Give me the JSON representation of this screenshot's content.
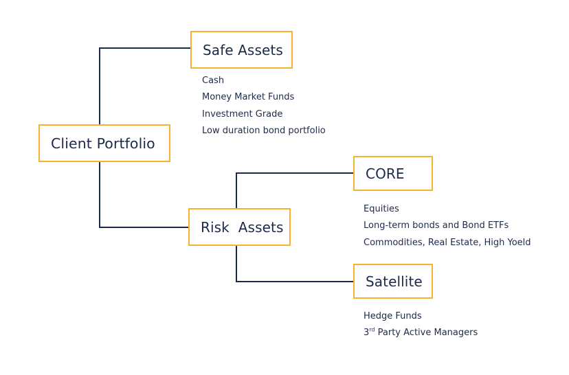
{
  "colors": {
    "box_border": "#f3b32c",
    "connector": "#1c2a4a",
    "text": "#1c2a4a"
  },
  "nodes": {
    "client": {
      "label": "Client Portfolio"
    },
    "safe": {
      "label": "Safe Assets",
      "items": [
        "Cash",
        "Money Market Funds",
        "Investment Grade",
        "Low duration bond portfolio"
      ]
    },
    "risk": {
      "label": "Risk  Assets"
    },
    "core": {
      "label": "CORE",
      "items": [
        "Equities",
        "Long-term bonds and Bond ETFs",
        "Commodities, Real Estate, High Yoeld"
      ]
    },
    "satellite": {
      "label": "Satellite",
      "items": [
        "Hedge Funds"
      ],
      "last_item": {
        "prefix": "3",
        "superscript": "rd",
        "suffix": " Party Active Managers"
      }
    }
  }
}
